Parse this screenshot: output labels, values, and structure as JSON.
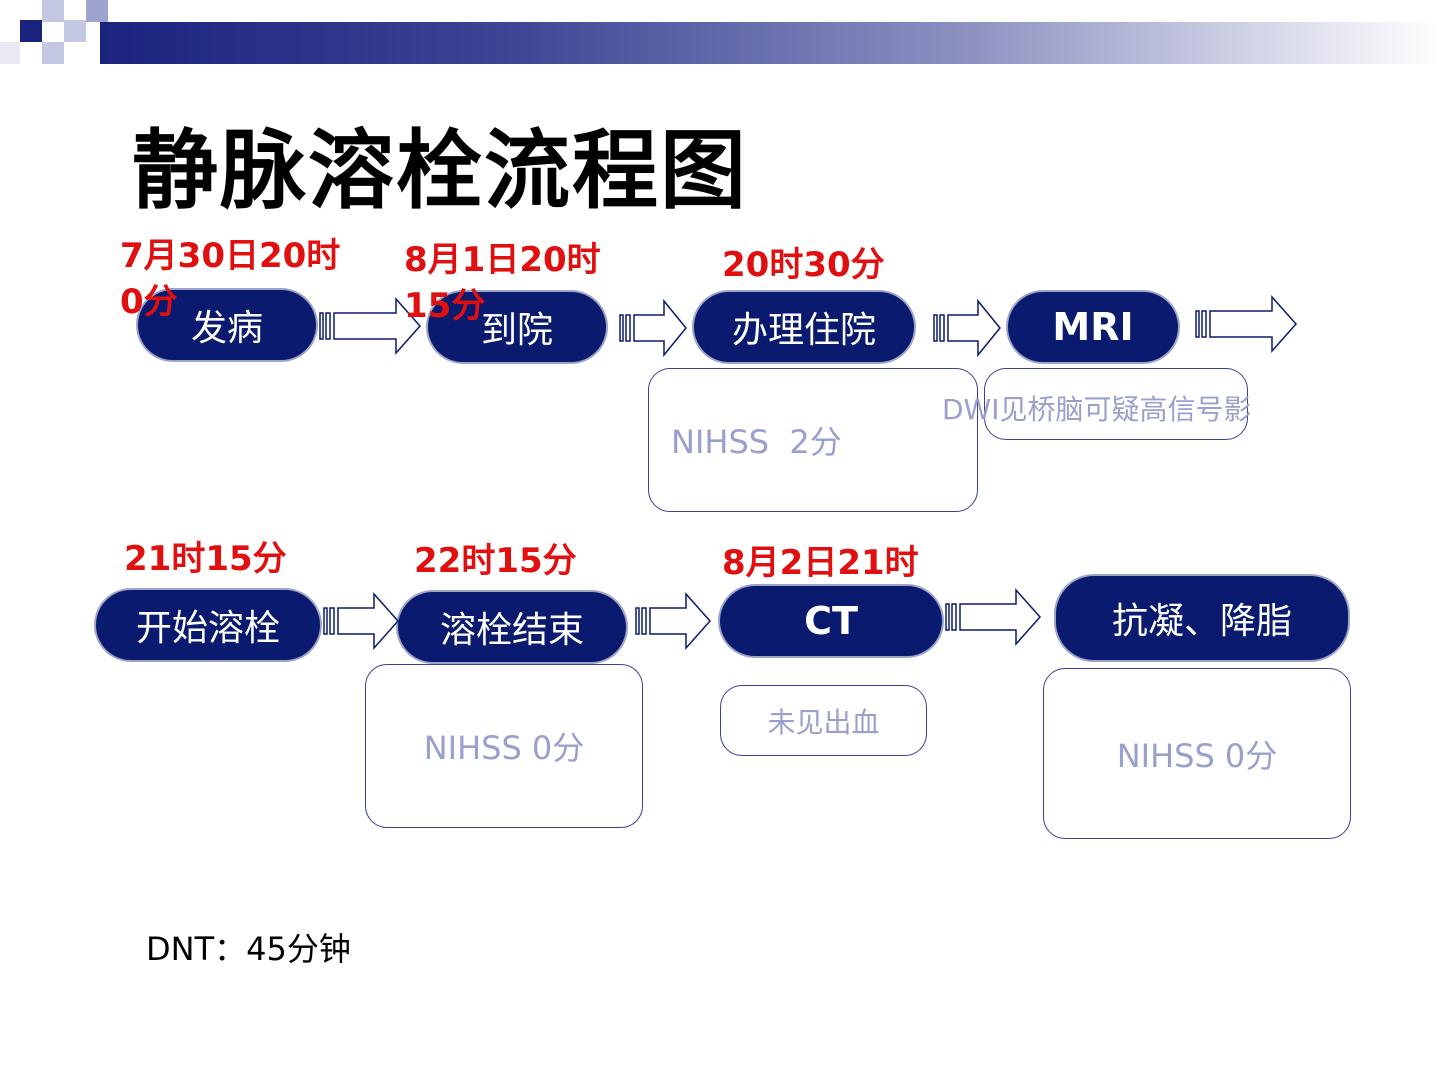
{
  "title": "静脉溶栓流程图",
  "flow": {
    "row1": [
      {
        "time": [
          "7月30日20时",
          "0分"
        ],
        "step": "发病"
      },
      {
        "time": [
          "8月1日20时",
          "15分"
        ],
        "step": "到院"
      },
      {
        "time": [
          "20时30分"
        ],
        "step": "办理住院",
        "note": "NIHSS  2分"
      },
      {
        "time": [],
        "step": "MRI",
        "note": "DWI见桥脑可疑高信号影"
      }
    ],
    "row2": [
      {
        "time": [
          "21时15分"
        ],
        "step": "开始溶栓"
      },
      {
        "time": [
          "22时15分"
        ],
        "step": "溶栓结束",
        "note": "NIHSS 0分"
      },
      {
        "time": [
          "8月2日21时"
        ],
        "step": "CT",
        "note": "未见出血"
      },
      {
        "time": [],
        "step": "抗凝、降脂",
        "note": "NIHSS 0分"
      }
    ]
  },
  "footer": {
    "dnt": "DNT：45分钟"
  },
  "colors": {
    "pill": "#0a1a6e",
    "time": "#e01010",
    "note_text": "#9aa0cc",
    "header": "#1a237e"
  }
}
